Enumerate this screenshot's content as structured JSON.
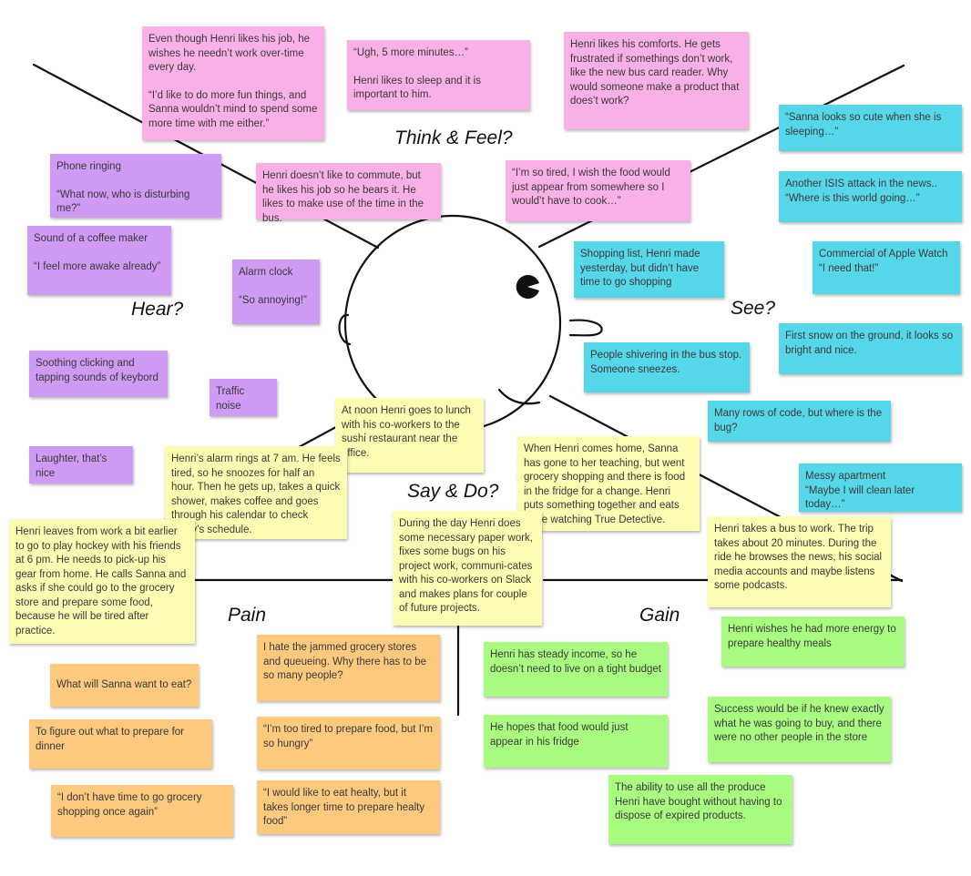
{
  "sections": {
    "think_feel": "Think & Feel?",
    "hear": "Hear?",
    "see": "See?",
    "say_do": "Say & Do?",
    "pain": "Pain",
    "gain": "Gain"
  },
  "colors": {
    "think_feel": "#f9b0e6",
    "hear": "#cf9af4",
    "see": "#55d7e9",
    "say_do": "#fcfcb2",
    "pain": "#fcc97e",
    "gain": "#a9fb81"
  },
  "think_feel": {
    "overtime": [
      "Even though Henri likes his job, he wishes he needn’t work over-time every day.",
      "“I’d like to do more fun things, and Sanna wouldn’t mind to spend some more time with me either.”"
    ],
    "sleep": [
      "“Ugh, 5 more minutes…”",
      "Henri likes to sleep and it is important to him."
    ],
    "comforts": [
      "Henri likes his comforts. He gets frustrated if somethings don’t work, like the new bus card reader. Why would someone make a product that does’t work?"
    ],
    "commute": [
      "Henri doesn’t like to commute, but he likes his job so he bears it. He likes to make use of the time in the bus."
    ],
    "tired_food": [
      "“I’m so tired, I wish the food would just appear from somewhere so I would’t have to cook…”"
    ]
  },
  "hear": {
    "phone": [
      "Phone ringing",
      "“What now, who is disturbing me?”"
    ],
    "coffee": [
      "Sound of a coffee maker",
      "“I feel more awake already”"
    ],
    "alarm": [
      "Alarm clock",
      "“So annoying!”"
    ],
    "keyboard": [
      "Soothing clicking and tapping sounds of keybord"
    ],
    "traffic": [
      "Traffic noise"
    ],
    "laughter": [
      "Laughter, that’s nice"
    ]
  },
  "see": {
    "sanna": [
      "“Sanna looks so cute when she is sleeping…”"
    ],
    "isis": [
      "Another ISIS attack in the news..",
      "“Where is this world going…”"
    ],
    "apple": [
      "Commercial of Apple Watch",
      "“I need that!”"
    ],
    "shopping_list": [
      "Shopping list, Henri made yesterday, but didn’t have time to go shopping"
    ],
    "snow": [
      "First snow on the ground, it looks so bright and nice."
    ],
    "shivering": [
      "People shivering in the bus stop. Someone sneezes."
    ],
    "code": [
      "Many rows of code, but where is the bug?"
    ],
    "apartment": [
      "Messy apartment",
      "“Maybe I will clean later today…”"
    ]
  },
  "say_do": {
    "lunch": [
      "At noon Henri goes to lunch with his co-workers to the sushi restaurant near the office."
    ],
    "alarm": [
      "Henri’s alarm rings at 7 am. He feels tired, so he snoozes for half an hour. Then he gets up, takes a quick shower, makes coffee and goes through his calendar to check today’s schedule."
    ],
    "home": [
      "When Henri comes home, Sanna has gone to her teaching, but went grocery shopping and there is food in the fridge for a change. Henri puts something together and eats while watching True Detective."
    ],
    "hockey": [
      "Henri leaves from work a bit earlier to go to play hockey with his friends at 6 pm. He needs to pick-up his gear from home. He calls Sanna and asks if she could go to the grocery store and prepare some food, because he will be tired after practice."
    ],
    "workday": [
      "During the day Henri does some necessary paper work, fixes some bugs on his project work, communi-cates with his co-workers on Slack and makes plans for couple of future projects."
    ],
    "bus": [
      "Henri takes a bus to work. The trip takes about 20 minutes. During the ride he browses the news, his social media accounts and maybe listens some podcasts."
    ]
  },
  "pain": {
    "sanna_eat": [
      "What will Sanna want to eat?"
    ],
    "dinner": [
      "To figure out what to prepare for dinner"
    ],
    "no_time": [
      "“I don’t have time to go grocery shopping once again”"
    ],
    "queueing": [
      "I hate the jammed grocery stores and queueing. Why there has to be so many people?"
    ],
    "hungry": [
      "“I’m too tired to prepare food, but I’m so hungry”"
    ],
    "healthy": [
      "“I would like to eat healty, but it takes longer time to prepare healty food”"
    ]
  },
  "gain": {
    "energy": [
      "Henri wishes he had more energy to prepare healthy meals"
    ],
    "income": [
      "Henri has steady income, so he doesn’t need to live on a tight budget"
    ],
    "fridge": [
      "He hopes that food would just appear in his fridge"
    ],
    "success": [
      "Success would be if he knew exactly what he was going to buy, and there were no other people in the store"
    ],
    "produce": [
      "The ability to use all the produce Henri have bought without having to dispose of expired products."
    ]
  }
}
